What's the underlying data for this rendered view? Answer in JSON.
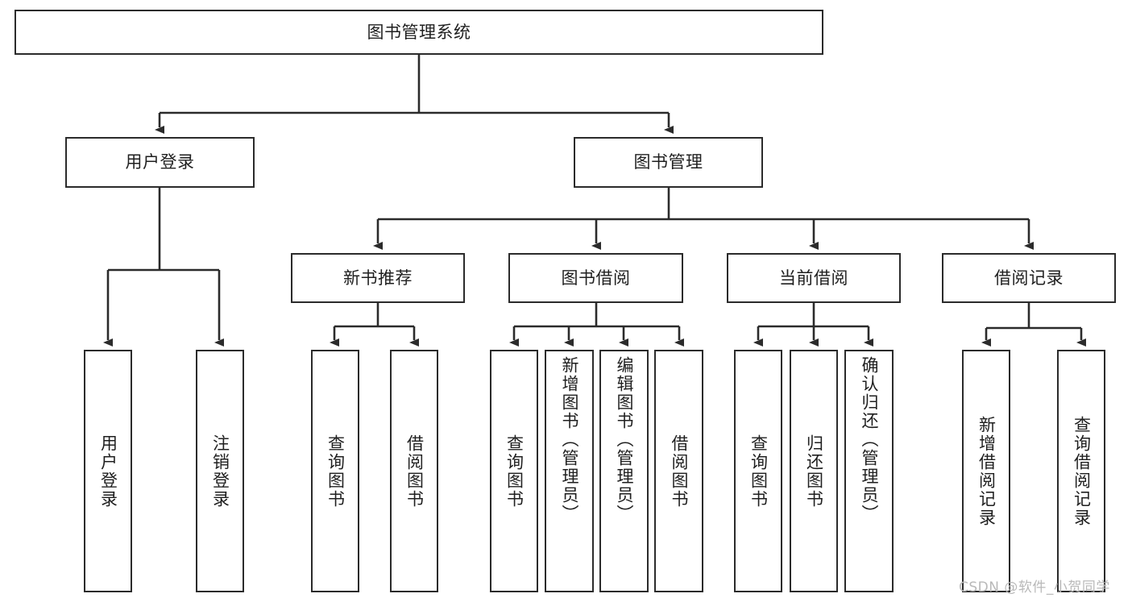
{
  "diagram": {
    "title": "图书管理系统",
    "type": "tree-hierarchy",
    "root": {
      "label": "图书管理系统"
    },
    "level2": [
      {
        "label": "用户登录"
      },
      {
        "label": "图书管理"
      }
    ],
    "level3": [
      {
        "label": "新书推荐"
      },
      {
        "label": "图书借阅"
      },
      {
        "label": "当前借阅"
      },
      {
        "label": "借阅记录"
      }
    ],
    "leaves": {
      "user_login": [
        {
          "label": "用户登录"
        },
        {
          "label": "注销登录"
        }
      ],
      "new_book_recommend": [
        {
          "label": "查询图书"
        },
        {
          "label": "借阅图书"
        }
      ],
      "book_borrow": [
        {
          "label": "查询图书"
        },
        {
          "label": "新增图书（管理员）"
        },
        {
          "label": "编辑图书（管理员）"
        },
        {
          "label": "借阅图书"
        }
      ],
      "current_borrow": [
        {
          "label": "查询图书"
        },
        {
          "label": "归还图书"
        },
        {
          "label": "确认归还（管理员）"
        }
      ],
      "borrow_record": [
        {
          "label": "新增借阅记录"
        },
        {
          "label": "查询借阅记录"
        }
      ]
    }
  },
  "watermark": {
    "text": "CSDN @软件_小贺同学"
  },
  "colors": {
    "border": "#2b2b2b",
    "background": "#ffffff",
    "text": "#1f1f1f",
    "watermark": "#b9b9b9"
  }
}
